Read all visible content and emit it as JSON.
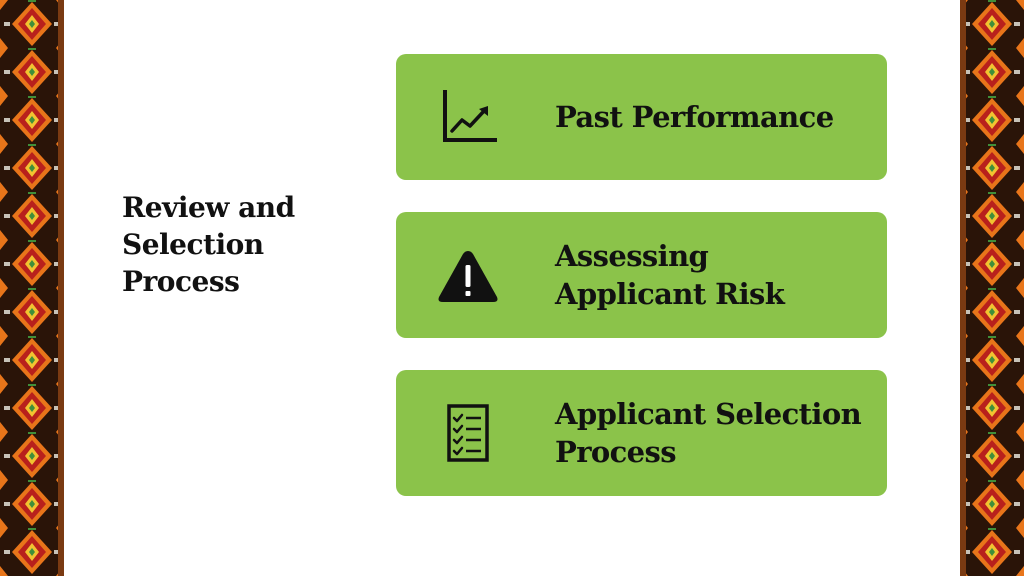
{
  "slide": {
    "heading": "Review and\nSelection\nProcess",
    "cards": [
      {
        "label": "Past Performance",
        "icon": "line-chart-icon"
      },
      {
        "label": "Assessing\nApplicant Risk",
        "icon": "warning-icon"
      },
      {
        "label": "Applicant Selection\nProcess",
        "icon": "checklist-icon"
      }
    ]
  },
  "colors": {
    "card_fill": "#8bc34a",
    "text": "#111111",
    "border_dark": "#2a1408",
    "border_orange": "#e8751a",
    "border_red": "#b8201c",
    "border_yellow": "#f2c230",
    "border_green": "#3f8f3a"
  }
}
